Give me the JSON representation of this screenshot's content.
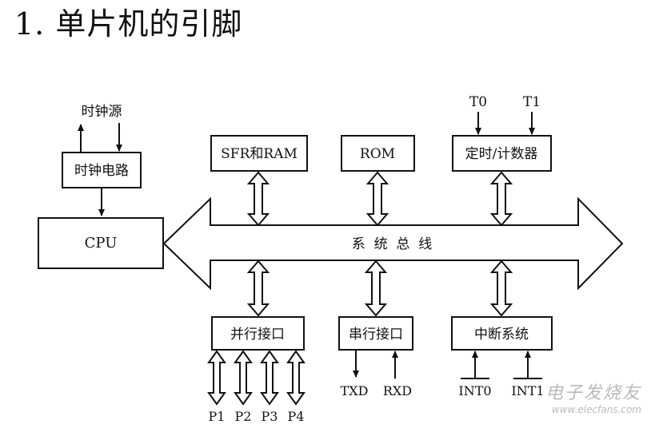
{
  "title": "1. 单片机的引脚",
  "diagram": {
    "clock_source": "时钟源",
    "clock_circuit": "时钟电路",
    "cpu": "CPU",
    "sfr_ram": "SFR和RAM",
    "rom": "ROM",
    "timer_counter": "定时/计数器",
    "t0": "T0",
    "t1": "T1",
    "system_bus": "系  统  总  线",
    "parallel_port": "并行接口",
    "serial_port": "串行接口",
    "interrupt_system": "中断系统",
    "txd": "TXD",
    "rxd": "RXD",
    "int0": "INT0",
    "int1": "INT1",
    "p1": "P1",
    "p2": "P2",
    "p3": "P3",
    "p4": "P4"
  },
  "watermark": {
    "logo": "电子发烧友",
    "url": "www.elecfans.com"
  }
}
